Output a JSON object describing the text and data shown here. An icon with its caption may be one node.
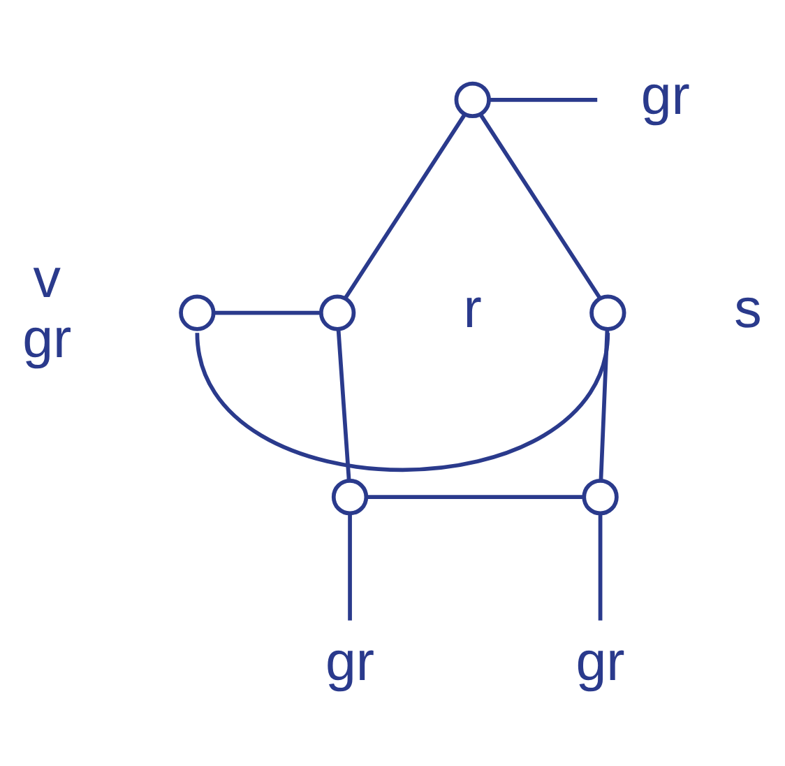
{
  "diagram": {
    "nodes": [
      {
        "text": [],
        "shape": "circle"
      },
      {
        "text": [
          "gr"
        ]
      },
      {
        "text": [],
        "shape": "circle",
        "beside": [
          "v",
          "gr"
        ]
      },
      {
        "text": [],
        "shape": "circle",
        "beside": [
          "r"
        ]
      },
      {
        "text": [],
        "shape": "circle",
        "beside": [
          "s"
        ]
      },
      {
        "text": [],
        "shape": "circle"
      },
      {
        "text": [],
        "shape": "circle"
      },
      {
        "text": [
          "gr"
        ]
      },
      {
        "text": [
          "gr"
        ]
      }
    ],
    "edges": [
      {
        "from": 0,
        "to": 1,
        "arrow": "none"
      },
      {
        "from": 0,
        "to": 3,
        "arrow": "none"
      },
      {
        "from": 0,
        "to": 4,
        "arrow": "none"
      },
      {
        "from": 2,
        "to": 3,
        "arrow": "none"
      },
      {
        "from": 2,
        "to": 4,
        "arrow": "none"
      },
      {
        "from": 3,
        "to": 5,
        "arrow": "none"
      },
      {
        "from": 4,
        "to": 6,
        "arrow": "none"
      },
      {
        "from": 5,
        "to": 6,
        "arrow": "none"
      },
      {
        "from": 5,
        "to": 7,
        "arrow": "none"
      },
      {
        "from": 6,
        "to": 8,
        "arrow": "none"
      }
    ]
  }
}
